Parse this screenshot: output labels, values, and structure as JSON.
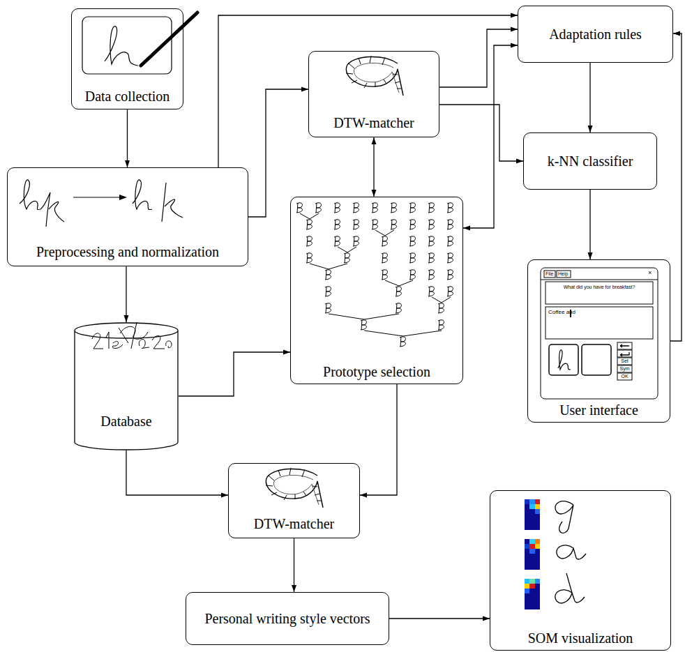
{
  "diagram": {
    "nodes": [
      {
        "text": [
          "Data collection"
        ]
      },
      {
        "text": [
          "Preprocessing and normalization"
        ]
      },
      {
        "text": [
          "Database"
        ]
      },
      {
        "text": [
          "DTW-matcher"
        ]
      },
      {
        "text": [
          "Prototype selection"
        ]
      },
      {
        "text": [
          "Adaptation rules"
        ]
      },
      {
        "text": [
          "k-NN classifier"
        ]
      },
      {
        "text": [
          "User interface"
        ]
      },
      {
        "text": [
          "DTW-matcher"
        ]
      },
      {
        "text": [
          "Personal writing style vectors"
        ]
      },
      {
        "text": [
          "SOM visualization"
        ]
      }
    ],
    "edges": [
      {
        "from": 0,
        "to": 1,
        "arrow": "to"
      },
      {
        "from": 1,
        "to": 5,
        "arrow": "to"
      },
      {
        "from": 1,
        "to": 3,
        "arrow": "to"
      },
      {
        "from": 1,
        "to": 2,
        "arrow": "to"
      },
      {
        "from": 3,
        "to": 4,
        "arrow": "both"
      },
      {
        "from": 3,
        "to": 5,
        "arrow": "to"
      },
      {
        "from": 3,
        "to": 6,
        "arrow": "to"
      },
      {
        "from": 5,
        "to": 4,
        "arrow": "both"
      },
      {
        "from": 5,
        "to": 6,
        "arrow": "to"
      },
      {
        "from": 6,
        "to": 7,
        "arrow": "to"
      },
      {
        "from": 7,
        "to": 5,
        "arrow": "to"
      },
      {
        "from": 2,
        "to": 4,
        "arrow": "to"
      },
      {
        "from": 2,
        "to": 8,
        "arrow": "to"
      },
      {
        "from": 4,
        "to": 8,
        "arrow": "to"
      },
      {
        "from": 8,
        "to": 9,
        "arrow": "to"
      },
      {
        "from": 9,
        "to": 10,
        "arrow": "to"
      }
    ],
    "labels": [
      "File",
      "Help",
      "×",
      "What did you have for breakfast?",
      "Coffee and",
      "Set",
      "Sym",
      "OK"
    ]
  }
}
